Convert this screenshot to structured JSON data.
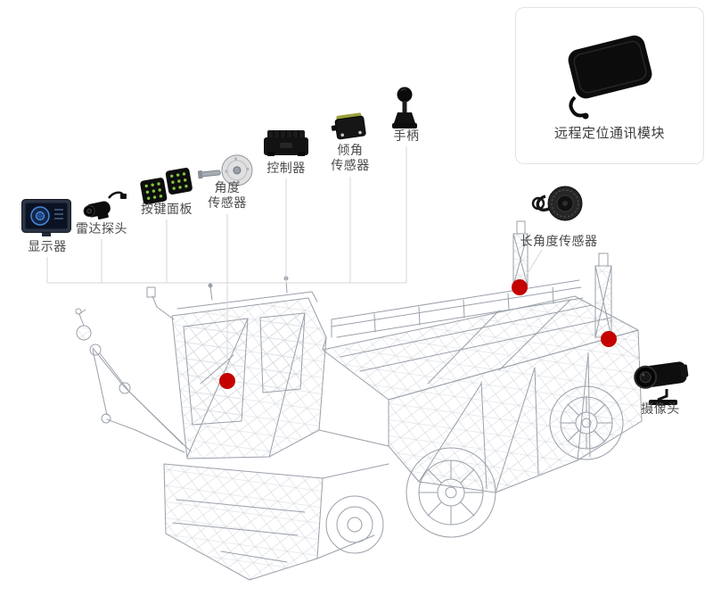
{
  "diagram_title": "vehicle-components-diagram",
  "colors": {
    "marker_red": "#c40000",
    "connector_line": "#d6d6d6",
    "label_text": "#4a4a4a",
    "card_border": "#e3e3e3",
    "wireframe_line": "#9aa0aa"
  },
  "components": {
    "display": {
      "label": "显示器"
    },
    "radar": {
      "label": "雷达探头"
    },
    "keypad": {
      "label": "按键面板"
    },
    "angle_sensor": {
      "line1": "角度",
      "line2": "传感器"
    },
    "controller": {
      "label": "控制器"
    },
    "tilt_sensor": {
      "line1": "倾角",
      "line2": "传感器"
    },
    "joystick": {
      "label": "手柄"
    },
    "remote_module": {
      "label": "远程定位通讯模块"
    },
    "long_angle_sensor": {
      "label": "长角度传感器"
    },
    "camera": {
      "label": "摄像头"
    }
  },
  "markers": {
    "count": 3,
    "locations": [
      "cab-front",
      "body-mast-front",
      "body-mast-rear"
    ]
  }
}
